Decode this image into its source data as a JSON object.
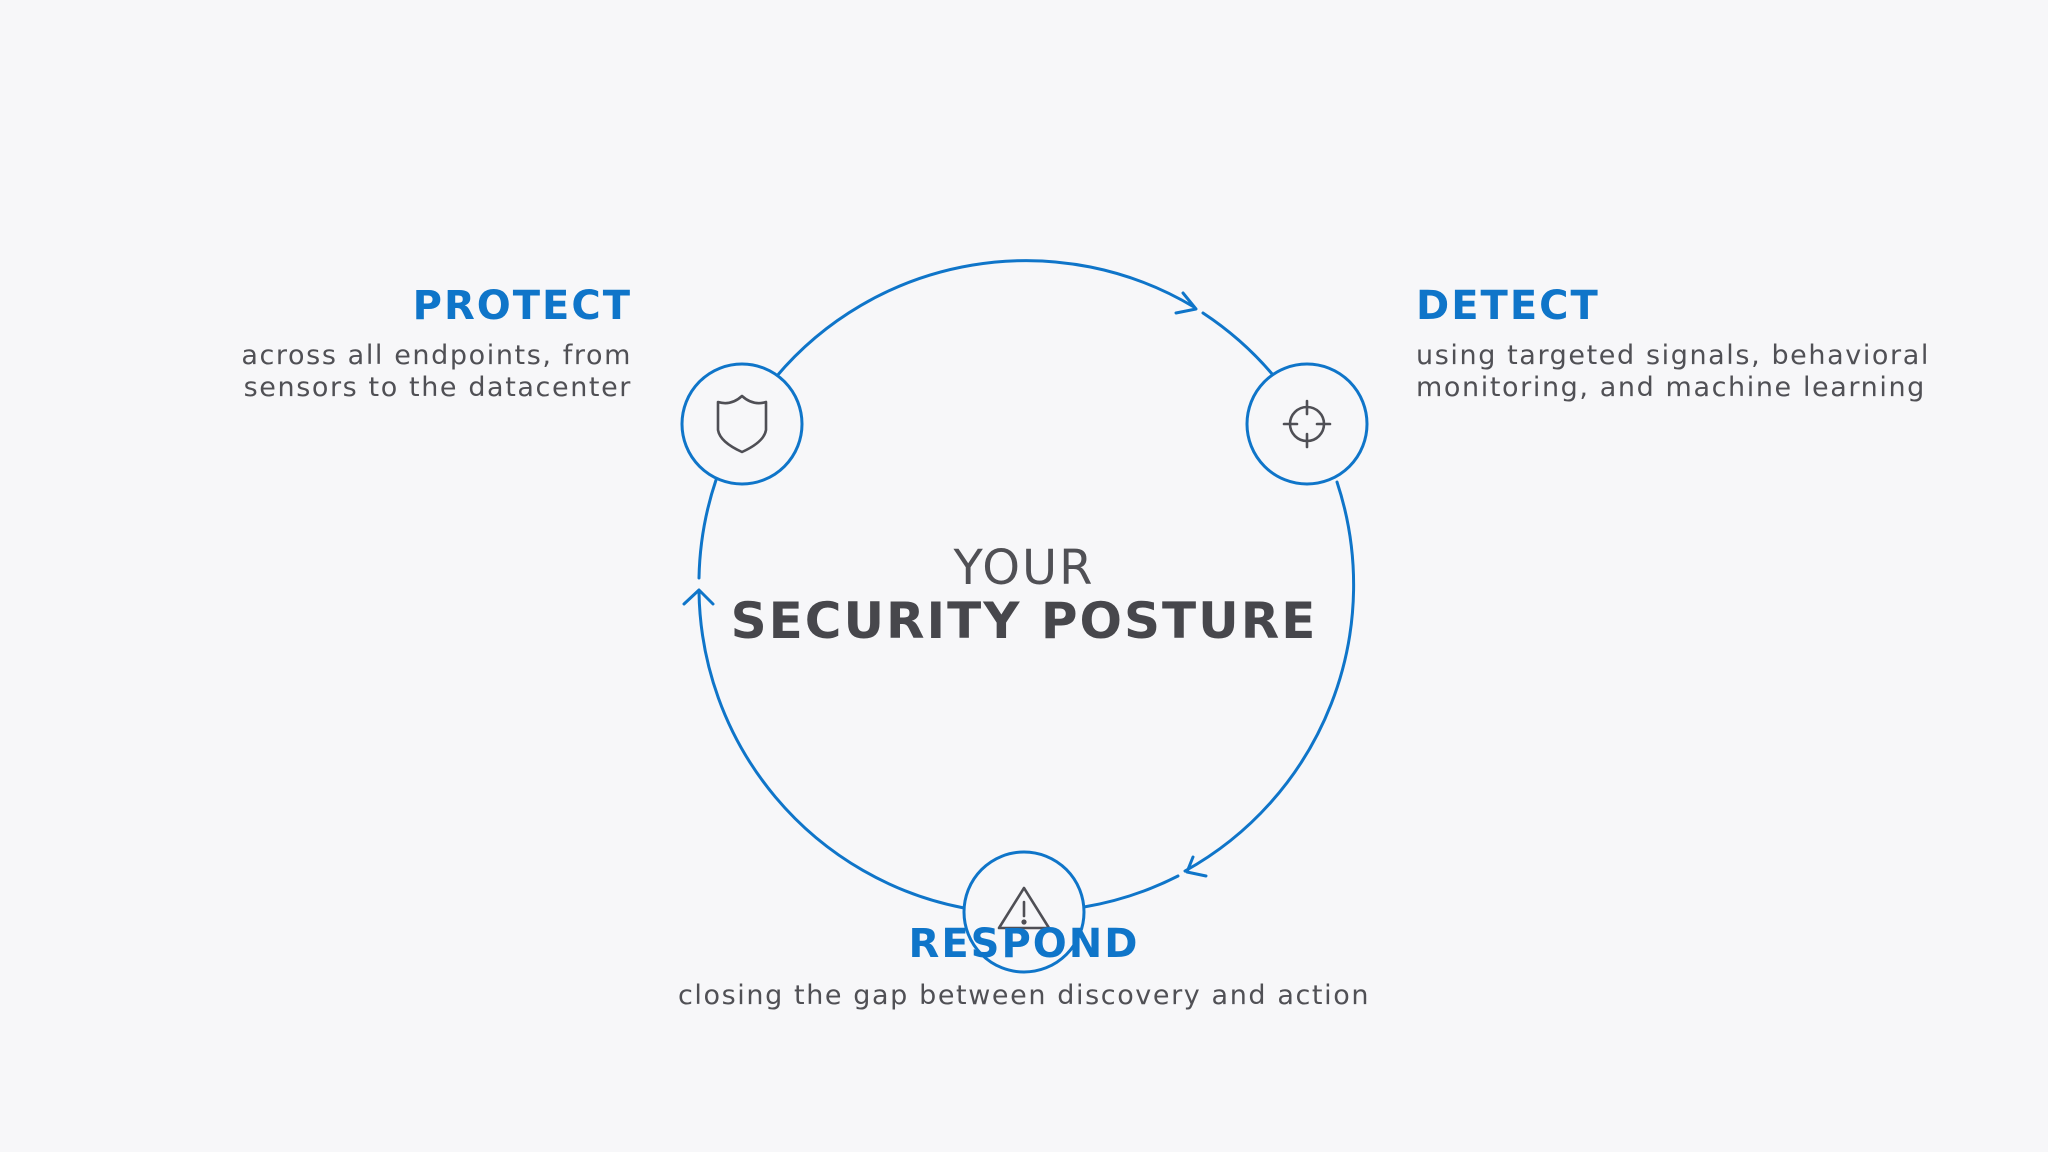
{
  "colors": {
    "background": "#f7f7f9",
    "accent": "#0f75c9",
    "body_text": "#505055",
    "title_text": "#47474c",
    "icon_stroke": "#4f4f55"
  },
  "center": {
    "line1": "YOUR",
    "line2": "SECURITY POSTURE"
  },
  "stages": {
    "protect": {
      "title": "PROTECT",
      "desc_line1": "across all endpoints, from",
      "desc_line2": "sensors to the datacenter",
      "icon": "shield-icon"
    },
    "detect": {
      "title": "DETECT",
      "desc_line1": "using targeted signals, behavioral",
      "desc_line2": "monitoring, and machine learning",
      "icon": "crosshair-icon"
    },
    "respond": {
      "title": "RESPOND",
      "desc_line1": "closing the gap between discovery and action",
      "icon": "warning-icon"
    }
  }
}
